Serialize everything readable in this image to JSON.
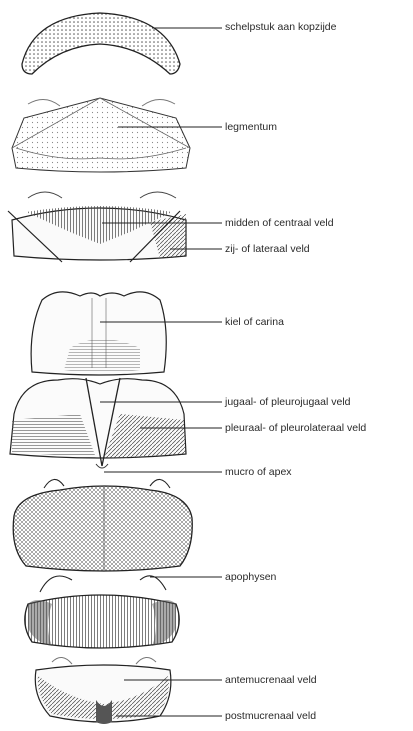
{
  "labels": {
    "l1": "schelpstuk aan kopzijde",
    "l2": "legmentum",
    "l3": "midden of centraal veld",
    "l4": "zij- of lateraal veld",
    "l5": "kiel of carina",
    "l6": "jugaal- of pleurojugaal veld",
    "l7": "pleuraal- of pleurolateraal veld",
    "l8": "mucro of apex",
    "l9": "apophysen",
    "l10": "antemucrenaal veld",
    "l11": "postmucrenaal veld"
  },
  "colors": {
    "ink": "#3a3a3a",
    "line": "#222222",
    "shade": "#8a8a8a",
    "light": "#b5b5b5"
  }
}
